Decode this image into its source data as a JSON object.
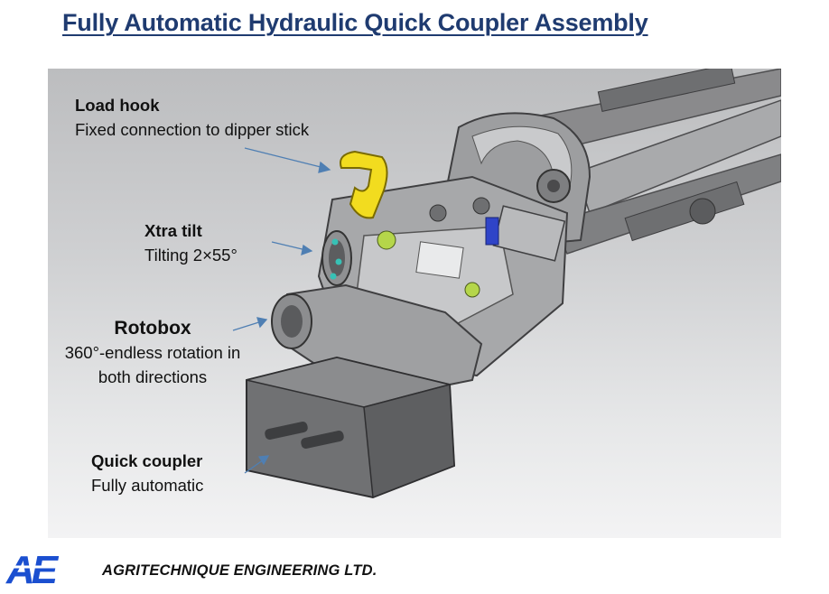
{
  "slide": {
    "title": "Fully Automatic Hydraulic Quick Coupler Assembly"
  },
  "callouts": {
    "load_hook": {
      "title": "Load hook",
      "desc": "Fixed connection to dipper stick"
    },
    "xtra_tilt": {
      "title": "Xtra tilt",
      "desc": "Tilting 2×55°"
    },
    "rotobox": {
      "title": "Rotobox",
      "desc_line1": "360°-endless rotation in",
      "desc_line2": "both directions"
    },
    "quick_coupler": {
      "title": "Quick coupler",
      "desc": "Fully automatic"
    }
  },
  "footer": {
    "logo_text": "AE",
    "company": "AGRITECHNIQUE ENGINEERING LTD."
  },
  "colors": {
    "title": "#1f3b70",
    "logo_blue": "#1b4fd0",
    "arrow": "#4f7fb3",
    "hook_yellow": "#f2dc1f"
  }
}
